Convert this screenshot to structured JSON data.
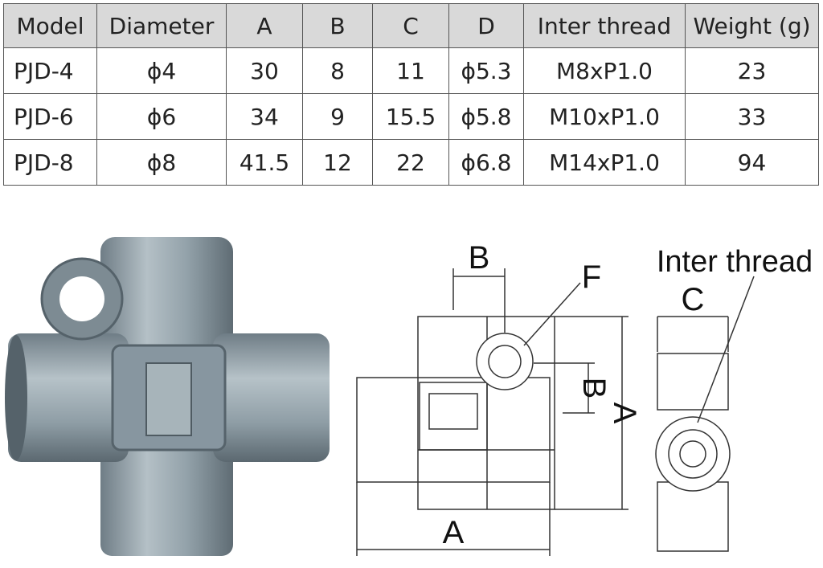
{
  "table": {
    "headers": [
      "Model",
      "Diameter",
      "A",
      "B",
      "C",
      "D",
      "Inter thread",
      "Weight (g)"
    ],
    "rows": [
      [
        "PJD-4",
        "ϕ4",
        "30",
        "8",
        "11",
        "ϕ5.3",
        "M8xP1.0",
        "23"
      ],
      [
        "PJD-6",
        "ϕ6",
        "34",
        "9",
        "15.5",
        "ϕ5.8",
        "M10xP1.0",
        "33"
      ],
      [
        "PJD-8",
        "ϕ8",
        "41.5",
        "12",
        "22",
        "ϕ6.8",
        "M14xP1.0",
        "94"
      ]
    ]
  },
  "drawing": {
    "label_b_top": "B",
    "label_f": "F",
    "label_b_side": "B",
    "label_a_side": "A",
    "label_a_bottom": "A",
    "label_c": "C",
    "label_inter_thread": "Inter thread"
  },
  "colors": {
    "header_bg": "#d9d9d9",
    "border": "#555555",
    "metal": "#8a98a0"
  }
}
